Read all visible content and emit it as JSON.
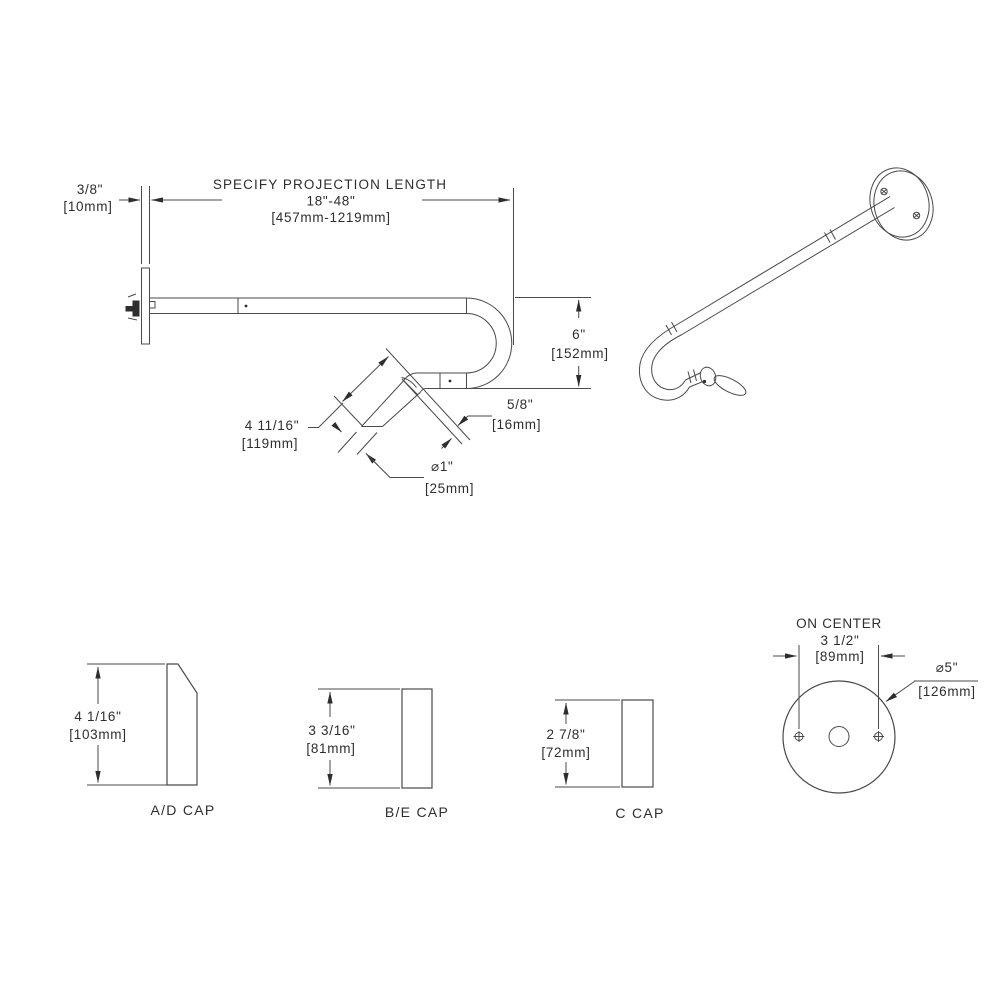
{
  "colors": {
    "line": "#4a4a4a",
    "text": "#2e2e2e",
    "background": "#ffffff"
  },
  "main_view": {
    "wall_thickness_in": "3/8\"",
    "wall_thickness_mm": "[10mm]",
    "projection_title": "SPECIFY PROJECTION LENGTH",
    "projection_range_in": "18\"-48\"",
    "projection_range_mm": "[457mm-1219mm]",
    "height_in": "6\"",
    "height_mm": "[152mm]",
    "angled_length_in": "4 11/16\"",
    "angled_length_mm": "[119mm]",
    "end_offset_in": "5/8\"",
    "end_offset_mm": "[16mm]",
    "tube_diameter_in": "⌀1\"",
    "tube_diameter_mm": "[25mm]"
  },
  "caps": [
    {
      "label": "A/D CAP",
      "height_in": "4 1/16\"",
      "height_mm": "[103mm]"
    },
    {
      "label": "B/E CAP",
      "height_in": "3 3/16\"",
      "height_mm": "[81mm]"
    },
    {
      "label": "C CAP",
      "height_in": "2 7/8\"",
      "height_mm": "[72mm]"
    }
  ],
  "flange_view": {
    "on_center_label": "ON CENTER",
    "on_center_in": "3 1/2\"",
    "on_center_mm": "[89mm]",
    "diameter_in": "⌀5\"",
    "diameter_mm": "[126mm]"
  }
}
